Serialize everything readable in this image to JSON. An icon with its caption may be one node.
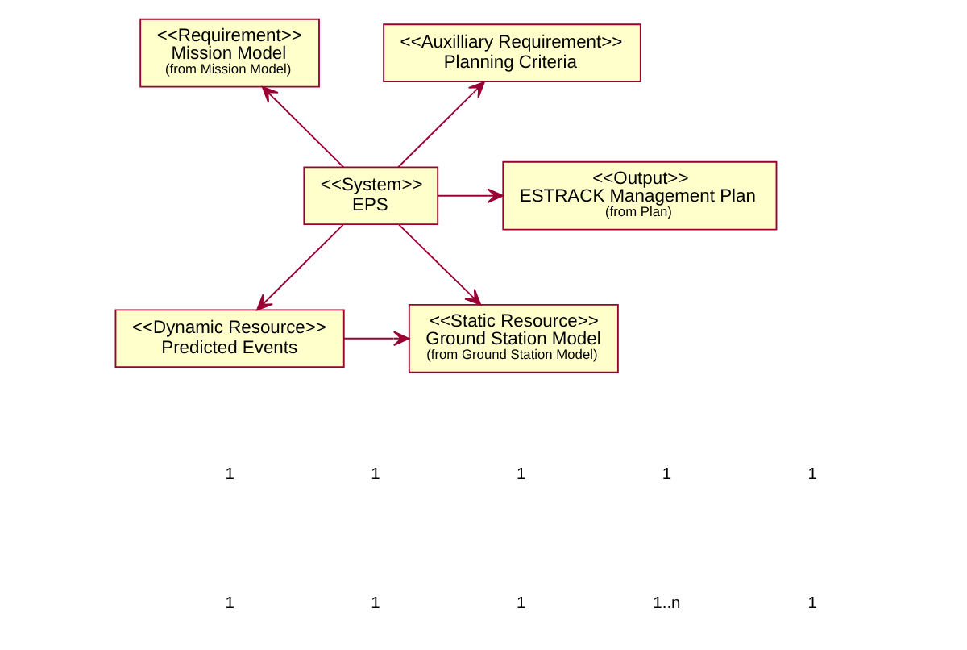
{
  "diagram": {
    "nodes": [
      {
        "text": [
          "<<Requirement>>",
          "Mission Model",
          "(from Mission Model)"
        ]
      },
      {
        "text": [
          "<<Auxilliary Requirement>>",
          "Planning Criteria"
        ]
      },
      {
        "text": [
          "<<System>>",
          "EPS"
        ]
      },
      {
        "text": [
          "<<Output>>",
          "ESTRACK Management Plan",
          "(from Plan)"
        ]
      },
      {
        "text": [
          "<<Dynamic Resource>>",
          "Predicted Events"
        ]
      },
      {
        "text": [
          "<<Static Resource>>",
          "Ground Station Model",
          "(from Ground Station Model)"
        ]
      }
    ],
    "edges": [
      {
        "from": 2,
        "to": 0,
        "arrow": "to"
      },
      {
        "from": 2,
        "to": 1,
        "arrow": "to"
      },
      {
        "from": 2,
        "to": 3,
        "arrow": "to"
      },
      {
        "from": 2,
        "to": 4,
        "arrow": "to"
      },
      {
        "from": 2,
        "to": 5,
        "arrow": "to"
      },
      {
        "from": 4,
        "to": 5,
        "arrow": "to"
      }
    ],
    "labels": [
      "1",
      "1",
      "1",
      "1",
      "1",
      "1",
      "1",
      "1",
      "1..n",
      "1"
    ]
  }
}
